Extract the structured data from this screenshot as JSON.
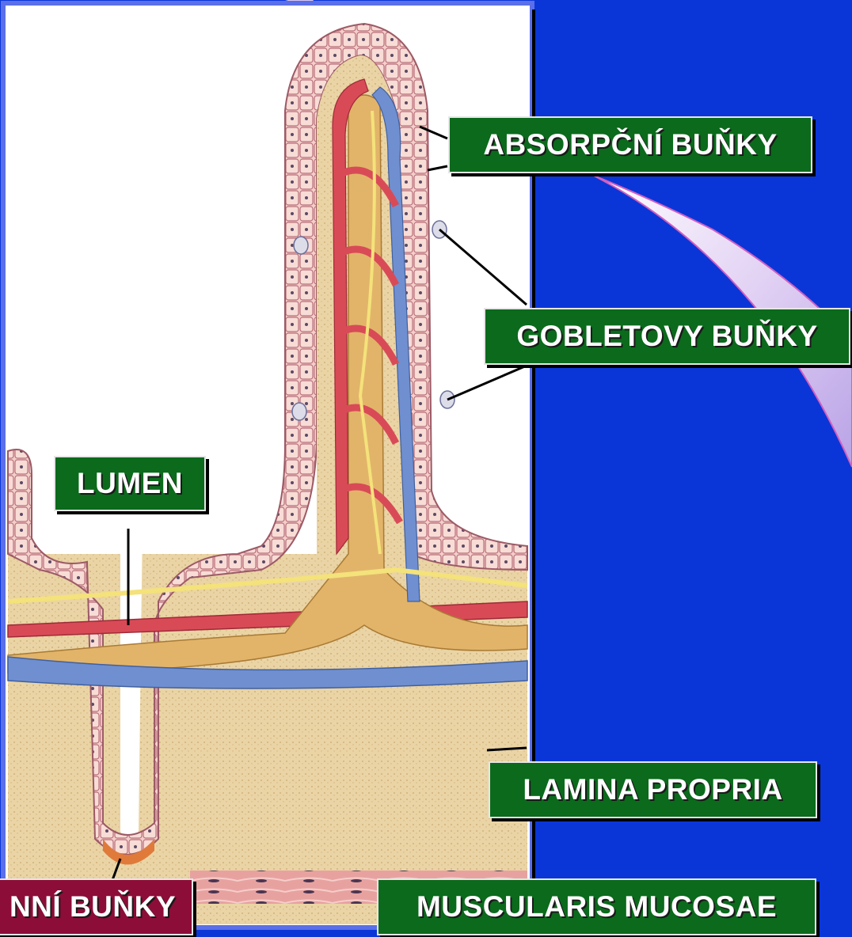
{
  "colors": {
    "background": "#0a36d8",
    "label_green": "#0b6a1c",
    "label_maroon": "#8c0d38",
    "label_text": "#ffffff",
    "epithelium": "#f3c9c4",
    "lamina_propria": "#e9d3a3",
    "artery": "#d94a57",
    "vein": "#6f8fd0",
    "lacteal": "#e2b46a",
    "nerve": "#f4e27a"
  },
  "labels": {
    "absorptive_cells": "ABSORPČNÍ BUŇKY",
    "goblet_cells": "GOBLETOVY BUŇKY",
    "lumen": "LUMEN",
    "lamina_propria": "LAMINA PROPRIA",
    "muscularis_mucosae": "MUSCULARIS MUCOSAE",
    "crypt_cells": "NNÍ BUŇKY"
  }
}
